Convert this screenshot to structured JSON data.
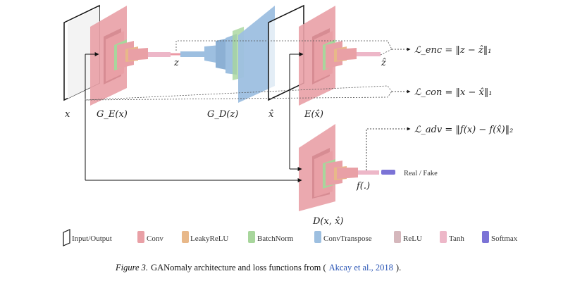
{
  "labels": {
    "x": "x",
    "ge": "G_E(x)",
    "gd": "G_D(z)",
    "xhat": "x̂",
    "e": "E(x̂)",
    "z": "z",
    "zhat": "ẑ",
    "f": "f(.)",
    "d": "D(x, x̂)",
    "real_fake": "Real / Fake"
  },
  "losses": {
    "enc": "ℒ_enc = ‖z − ẑ‖₁",
    "con": "ℒ_con = ‖x − x̂‖₁",
    "adv": "ℒ_adv = ‖f(x) − f(x̂)‖₂"
  },
  "legend": [
    {
      "label": "Input/Output",
      "icon": "input-output-icon",
      "color": "#ffffff"
    },
    {
      "label": "Conv",
      "icon": "conv-icon",
      "color": "#e9a0a6"
    },
    {
      "label": "LeakyReLU",
      "icon": "leakyrelu-icon",
      "color": "#e8b889"
    },
    {
      "label": "BatchNorm",
      "icon": "batchnorm-icon",
      "color": "#a8d69c"
    },
    {
      "label": "ConvTranspose",
      "icon": "convtranspose-icon",
      "color": "#9dbfe0"
    },
    {
      "label": "ReLU",
      "icon": "relu-icon",
      "color": "#d5b7bc"
    },
    {
      "label": "Tanh",
      "icon": "tanh-icon",
      "color": "#edb7c8"
    },
    {
      "label": "Softmax",
      "icon": "softmax-icon",
      "color": "#7b73d6"
    }
  ],
  "caption": {
    "prefix": "Figure 3.",
    "text": " GANomaly architecture and loss functions from (",
    "link": "Akcay et al., 2018",
    "suffix": ")."
  },
  "colors": {
    "conv": "#e9a0a6",
    "leakyrelu": "#e8b889",
    "batchnorm": "#a8d69c",
    "convtranspose": "#9dbfe0",
    "softmax": "#7b73d6"
  }
}
